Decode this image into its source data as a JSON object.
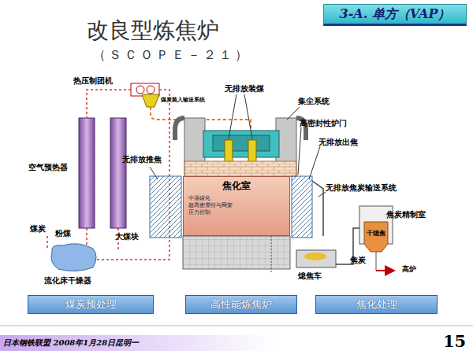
{
  "diagram": {
    "title": "改良型炼焦炉",
    "nodes": [
      {
        "text": [
          "3-A. 单方（VAP）"
        ]
      },
      {
        "text": [
          "焦化室",
          "中温碳化",
          "超高密度特与网架",
          "压力控制"
        ]
      },
      {
        "text": [
          "干熄焦"
        ]
      },
      {
        "text": [
          "煤炭预处理"
        ]
      },
      {
        "text": [
          "高性能炼焦炉"
        ]
      },
      {
        "text": [
          "焦化处理"
        ]
      },
      {
        "text": [
          "日本钢铁联盟 2008年1月28日昆明一"
        ]
      }
    ],
    "labels": [
      "（ＳＣＯＰＥ－２１）",
      "热压制团机",
      "煤炭装入输送系统",
      "无排放装煤",
      "集尘系统",
      "高密封性炉门",
      "无排放出焦",
      "空气预热器",
      "无排放推焦",
      "无排放焦炭输送系统",
      "焦炭精制室",
      "煤炭",
      "粉煤",
      "大煤块",
      "焦炭",
      "高炉",
      "熄焦车",
      "流化床干燥器",
      "15"
    ]
  }
}
